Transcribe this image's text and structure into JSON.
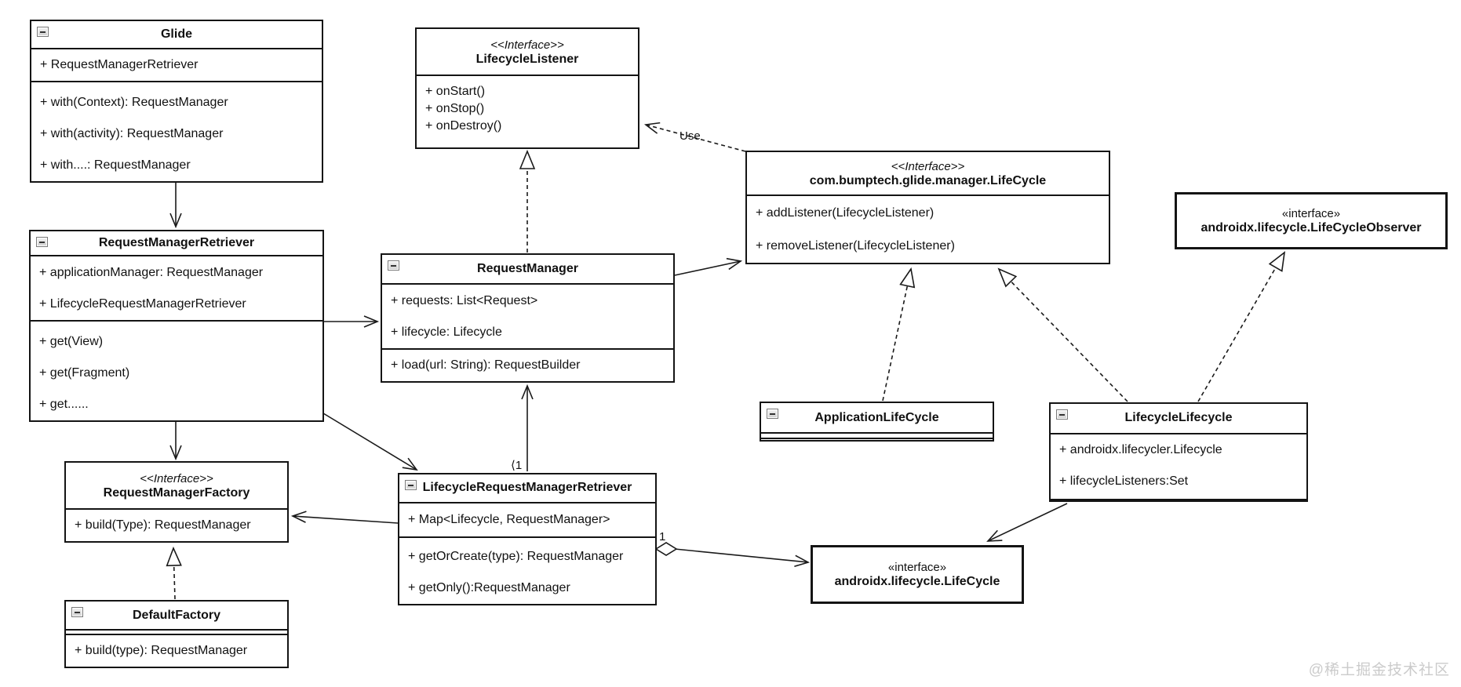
{
  "diagram": {
    "watermark": "@稀土掘金技术社区",
    "labels": {
      "use": "Use",
      "mult_one_top": "⟨1",
      "mult_one_right": "1"
    }
  },
  "classes": {
    "glide": {
      "title": "Glide",
      "attributes": [
        "+ RequestManagerRetriever"
      ],
      "methods": [
        "+ with(Context): RequestManager",
        "+ with(activity): RequestManager",
        "+ with....: RequestManager"
      ]
    },
    "lifecycle_listener": {
      "stereotype": "<<Interface>>",
      "title": "LifecycleListener",
      "methods": [
        "+ onStart()",
        "+ onStop()",
        "+ onDestroy()"
      ]
    },
    "glide_lifecycle": {
      "stereotype": "<<Interface>>",
      "title": "com.bumptech.glide.manager.LifeCycle",
      "methods": [
        "+ addListener(LifecycleListener)",
        "+ removeListener(LifecycleListener)"
      ]
    },
    "lifecycle_observer": {
      "stereotype": "«interface»",
      "title": "androidx.lifecycle.LifeCycleObserver"
    },
    "request_manager_retriever": {
      "title": "RequestManagerRetriever",
      "attributes": [
        "+ applicationManager: RequestManager",
        "+ LifecycleRequestManagerRetriever"
      ],
      "methods": [
        "+ get(View)",
        "+ get(Fragment)",
        "+ get......"
      ]
    },
    "request_manager": {
      "title": "RequestManager",
      "attributes": [
        "+ requests: List<Request>",
        "+ lifecycle: Lifecycle"
      ],
      "methods": [
        "+ load(url: String): RequestBuilder"
      ]
    },
    "application_lifecycle": {
      "title": "ApplicationLifeCycle"
    },
    "lifecycle_lifecycle": {
      "title": "LifecycleLifecycle",
      "attributes": [
        "+ androidx.lifecycler.Lifecycle",
        "+ lifecycleListeners:Set"
      ]
    },
    "request_manager_factory": {
      "stereotype": "<<Interface>>",
      "title": "RequestManagerFactory",
      "methods": [
        "+ build(Type): RequestManager"
      ]
    },
    "lifecycle_request_manager_retriever": {
      "title": "LifecycleRequestManagerRetriever",
      "attributes": [
        "+ Map<Lifecycle, RequestManager>"
      ],
      "methods": [
        "+ getOrCreate(type): RequestManager",
        "+ getOnly():RequestManager"
      ]
    },
    "androidx_lifecycle": {
      "stereotype": "«interface»",
      "title": "androidx.lifecycle.LifeCycle"
    }
  }
}
